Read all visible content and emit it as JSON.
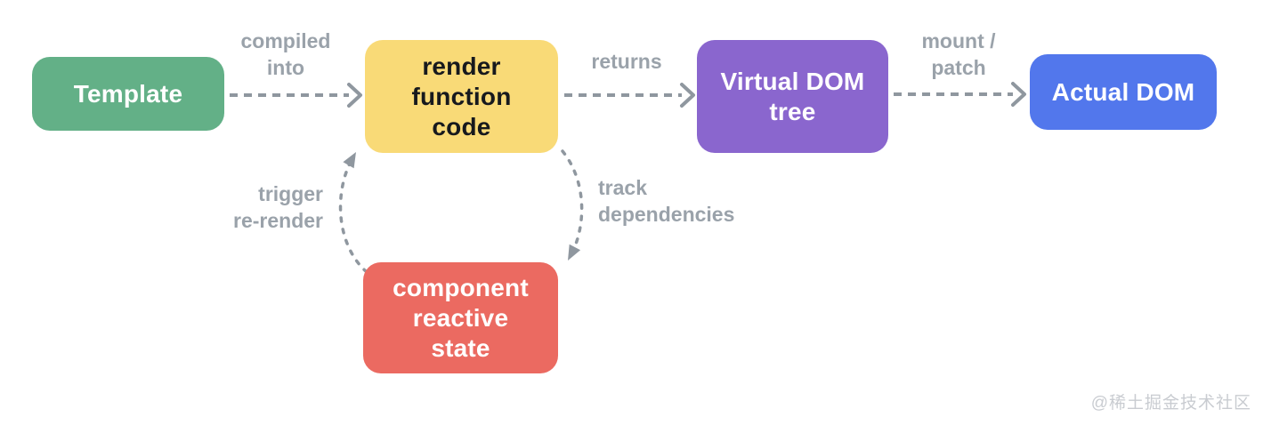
{
  "diagram": {
    "boxes": [
      {
        "id": "template",
        "label": "Template",
        "color": "#63B087",
        "text_color": "#FFFFFF"
      },
      {
        "id": "render-function-code",
        "label": "render\nfunction\ncode",
        "color": "#F9DA77",
        "text_color": "#17191D"
      },
      {
        "id": "virtual-dom-tree",
        "label": "Virtual DOM\ntree",
        "color": "#8A66CE",
        "text_color": "#FFFFFF"
      },
      {
        "id": "actual-dom",
        "label": "Actual DOM",
        "color": "#5277EC",
        "text_color": "#FFFFFF"
      },
      {
        "id": "component-reactive-state",
        "label": "component\nreactive\nstate",
        "color": "#EB6A61",
        "text_color": "#FFFFFF"
      }
    ],
    "edges": [
      {
        "from": "template",
        "to": "render-function-code",
        "label": "compiled\ninto",
        "style": "dashed-straight"
      },
      {
        "from": "render-function-code",
        "to": "virtual-dom-tree",
        "label": "returns",
        "style": "dashed-straight"
      },
      {
        "from": "virtual-dom-tree",
        "to": "actual-dom",
        "label": "mount /\npatch",
        "style": "dashed-straight"
      },
      {
        "from": "component-reactive-state",
        "to": "render-function-code",
        "label": "trigger\nre-render",
        "style": "dashed-curved"
      },
      {
        "from": "render-function-code",
        "to": "component-reactive-state",
        "label": "track\ndependencies",
        "style": "dashed-curved"
      }
    ],
    "arrow_color": "#8F979F",
    "label_color": "#9AA2AA"
  },
  "watermark": {
    "text": "@稀土掘金技术社区",
    "color": "#C9CCD1"
  }
}
